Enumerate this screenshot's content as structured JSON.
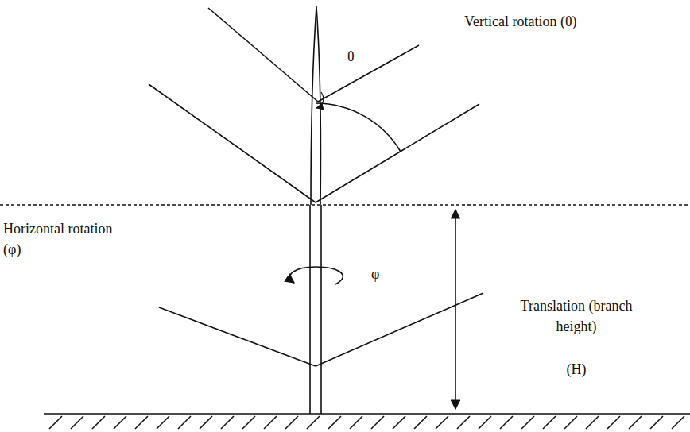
{
  "diagram": {
    "labels": [
      "Vertical rotation (θ)",
      "θ",
      "Horizontal rotation (φ)",
      "φ",
      "Translation (branch height)",
      "(H)"
    ]
  }
}
